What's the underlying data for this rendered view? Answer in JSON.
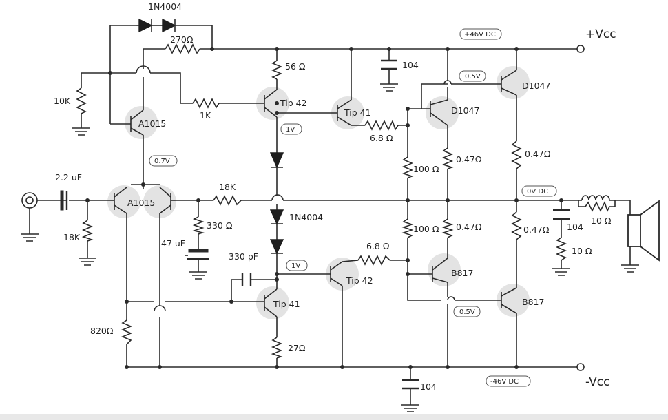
{
  "supply": {
    "positive_label": "+Vcc",
    "negative_label": "-Vcc",
    "positive_voltage": "+46V DC",
    "negative_voltage": "-46V DC"
  },
  "voltage_tags": {
    "out_dc": "0V DC",
    "a1015_bias": "0.7V",
    "upper_driver": "1V",
    "lower_driver": "1V",
    "d1047_base": "0.5V",
    "b817_base": "0.5V"
  },
  "transistors": {
    "q_feedback": "A1015",
    "q_diff": "A1015",
    "q_upper_tip42": "Tip 42",
    "q_upper_tip41": "Tip 41",
    "q_vas_tip41": "Tip 41",
    "q_lower_tip42": "Tip 42",
    "q_d1047_driver": "D1047",
    "q_d1047_out": "D1047",
    "q_b817_driver": "B817",
    "q_b817_out": "B817"
  },
  "diodes": {
    "top": "1N4004",
    "bias": "1N4004"
  },
  "resistors": {
    "r270": "270Ω",
    "r10k": "10K",
    "r56": "56 Ω",
    "r1k": "1K",
    "r18k_in": "18K",
    "r18k_fb": "18K",
    "r330": "330 Ω",
    "r68_upper": "6.8 Ω",
    "r68_lower": "6.8 Ω",
    "r100_upper": "100 Ω",
    "r100_lower": "100 Ω",
    "r047_d1": "0.47Ω",
    "r047_d2": "0.47Ω",
    "r047_b1": "0.47Ω",
    "r047_b2": "0.47Ω",
    "r820": "820Ω",
    "r27": "27Ω",
    "r10_zobel": "10 Ω",
    "r10_coil": "10 Ω"
  },
  "capacitors": {
    "c_in": "2.2 uF",
    "c_47": "47 uF",
    "c_330p": "330 pF",
    "c_top": "104",
    "c_zobel": "104",
    "c_bottom": "104"
  }
}
